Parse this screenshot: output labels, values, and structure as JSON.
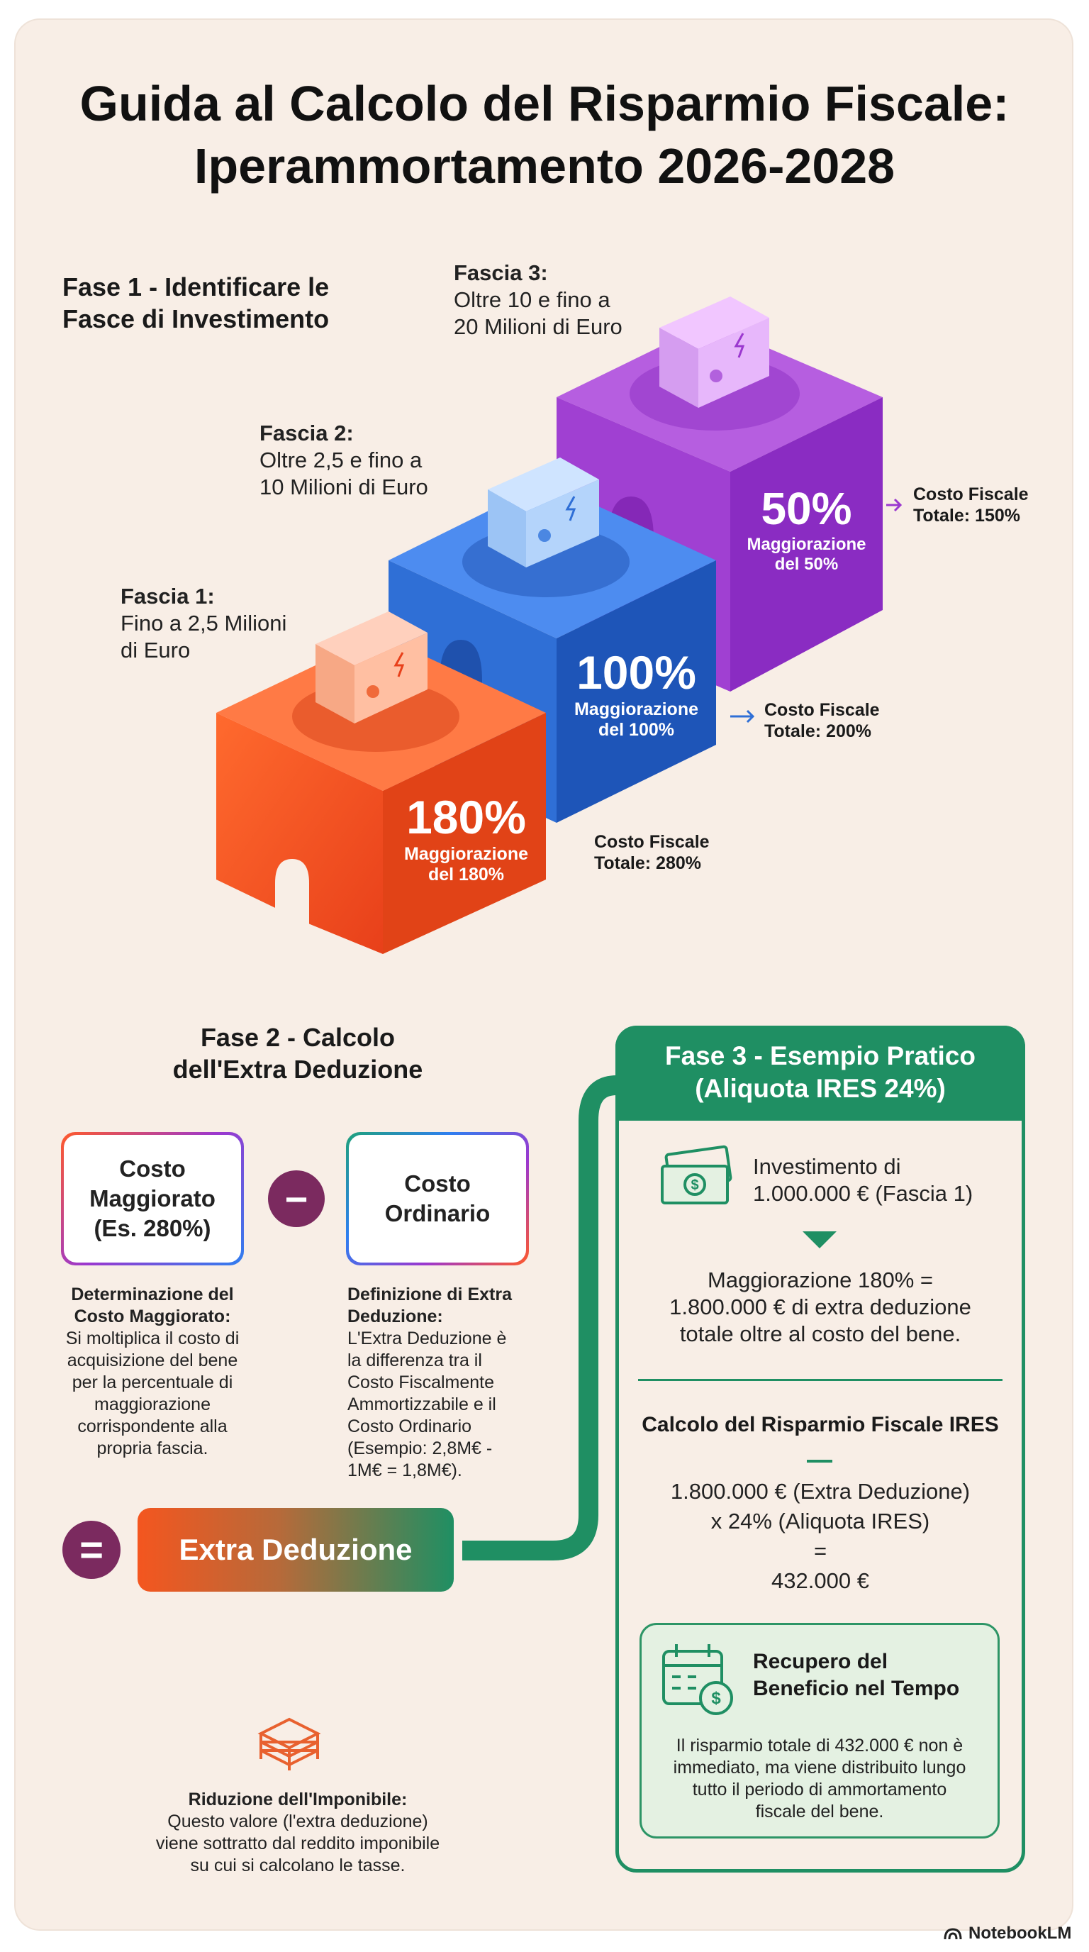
{
  "title": {
    "line1": "Guida al Calcolo del Risparmio Fiscale:",
    "line2": "Iperammortamento 2026-2028"
  },
  "phase1": {
    "heading_line1": "Fase 1 - Identificare le",
    "heading_line2": "Fasce di Investimento",
    "tiers": [
      {
        "name": "Fascia 1:",
        "range_line1": "Fino a 2,5 Milioni",
        "range_line2": "di Euro",
        "percent": "180%",
        "maggiorazione_line1": "Maggiorazione",
        "maggiorazione_line2": "del 180%",
        "costo_line1": "Costo Fiscale",
        "costo_line2": "Totale: 280%",
        "color": "#f0521e"
      },
      {
        "name": "Fascia 2:",
        "range_line1": "Oltre 2,5 e fino a",
        "range_line2": "10 Milioni di Euro",
        "percent": "100%",
        "maggiorazione_line1": "Maggiorazione",
        "maggiorazione_line2": "del 100%",
        "costo_line1": "Costo Fiscale",
        "costo_line2": "Totale: 200%",
        "color": "#2f6fd6"
      },
      {
        "name": "Fascia 3:",
        "range_line1": "Oltre 10 e fino a",
        "range_line2": "20 Milioni di Euro",
        "percent": "50%",
        "maggiorazione_line1": "Maggiorazione",
        "maggiorazione_line2": "del 50%",
        "costo_line1": "Costo Fiscale",
        "costo_line2": "Totale: 150%",
        "color": "#9b38cf"
      }
    ]
  },
  "phase2": {
    "heading_line1": "Fase 2 - Calcolo",
    "heading_line2": "dell'Extra Deduzione",
    "box_left": {
      "line1": "Costo",
      "line2": "Maggiorato",
      "line3": "(Es. 280%)"
    },
    "operator_minus": "−",
    "box_right": {
      "line1": "Costo",
      "line2": "Ordinario"
    },
    "desc_left_title_line1": "Determinazione del",
    "desc_left_title_line2": "Costo Maggiorato:",
    "desc_left_lines": [
      "Si moltiplica il costo di",
      "acquisizione del bene",
      "per la percentuale di",
      "maggiorazione",
      "corrispondente alla",
      "propria fascia."
    ],
    "desc_right_title_line1": "Definizione di Extra",
    "desc_right_title_line2": "Deduzione:",
    "desc_right_lines": [
      "L'Extra Deduzione è",
      "la differenza tra il",
      "Costo Fiscalmente",
      "Ammortizzabile e il",
      "Costo Ordinario",
      "(Esempio: 2,8M€ -",
      "1M€ = 1,8M€)."
    ],
    "operator_equals": "=",
    "result": "Extra Deduzione",
    "reduction_title": "Riduzione dell'Imponibile:",
    "reduction_lines": [
      "Questo valore (l'extra deduzione)",
      "viene sottratto dal reddito imponibile",
      "su cui si calcolano le tasse."
    ]
  },
  "phase3": {
    "heading_line1": "Fase 3 - Esempio Pratico",
    "heading_line2": "(Aliquota IRES 24%)",
    "investment_line1": "Investimento di",
    "investment_line2": "1.000.000 € (Fascia 1)",
    "maggiorazione_lines": [
      "Maggiorazione 180% =",
      "1.800.000 € di extra deduzione",
      "totale oltre al costo del bene."
    ],
    "calc_title": "Calcolo del Risparmio Fiscale IRES",
    "calc_lines": [
      "1.800.000 € (Extra Deduzione)",
      "x 24% (Aliquota IRES)",
      "=",
      "432.000 €"
    ],
    "recovery_title_line1": "Recupero del",
    "recovery_title_line2": "Beneficio nel Tempo",
    "recovery_lines": [
      "Il risparmio totale di 432.000 € non è",
      "immediato, ma viene distribuito lungo",
      "tutto il periodo di ammortamento",
      "fiscale del bene."
    ],
    "accent_color": "#1f8f63"
  },
  "footer": {
    "brand": "NotebookLM"
  },
  "icons": [
    "appliance-icon",
    "money-icon",
    "triangle-down-icon",
    "calendar-money-icon",
    "stack-icon",
    "notebooklm-logo-icon"
  ]
}
